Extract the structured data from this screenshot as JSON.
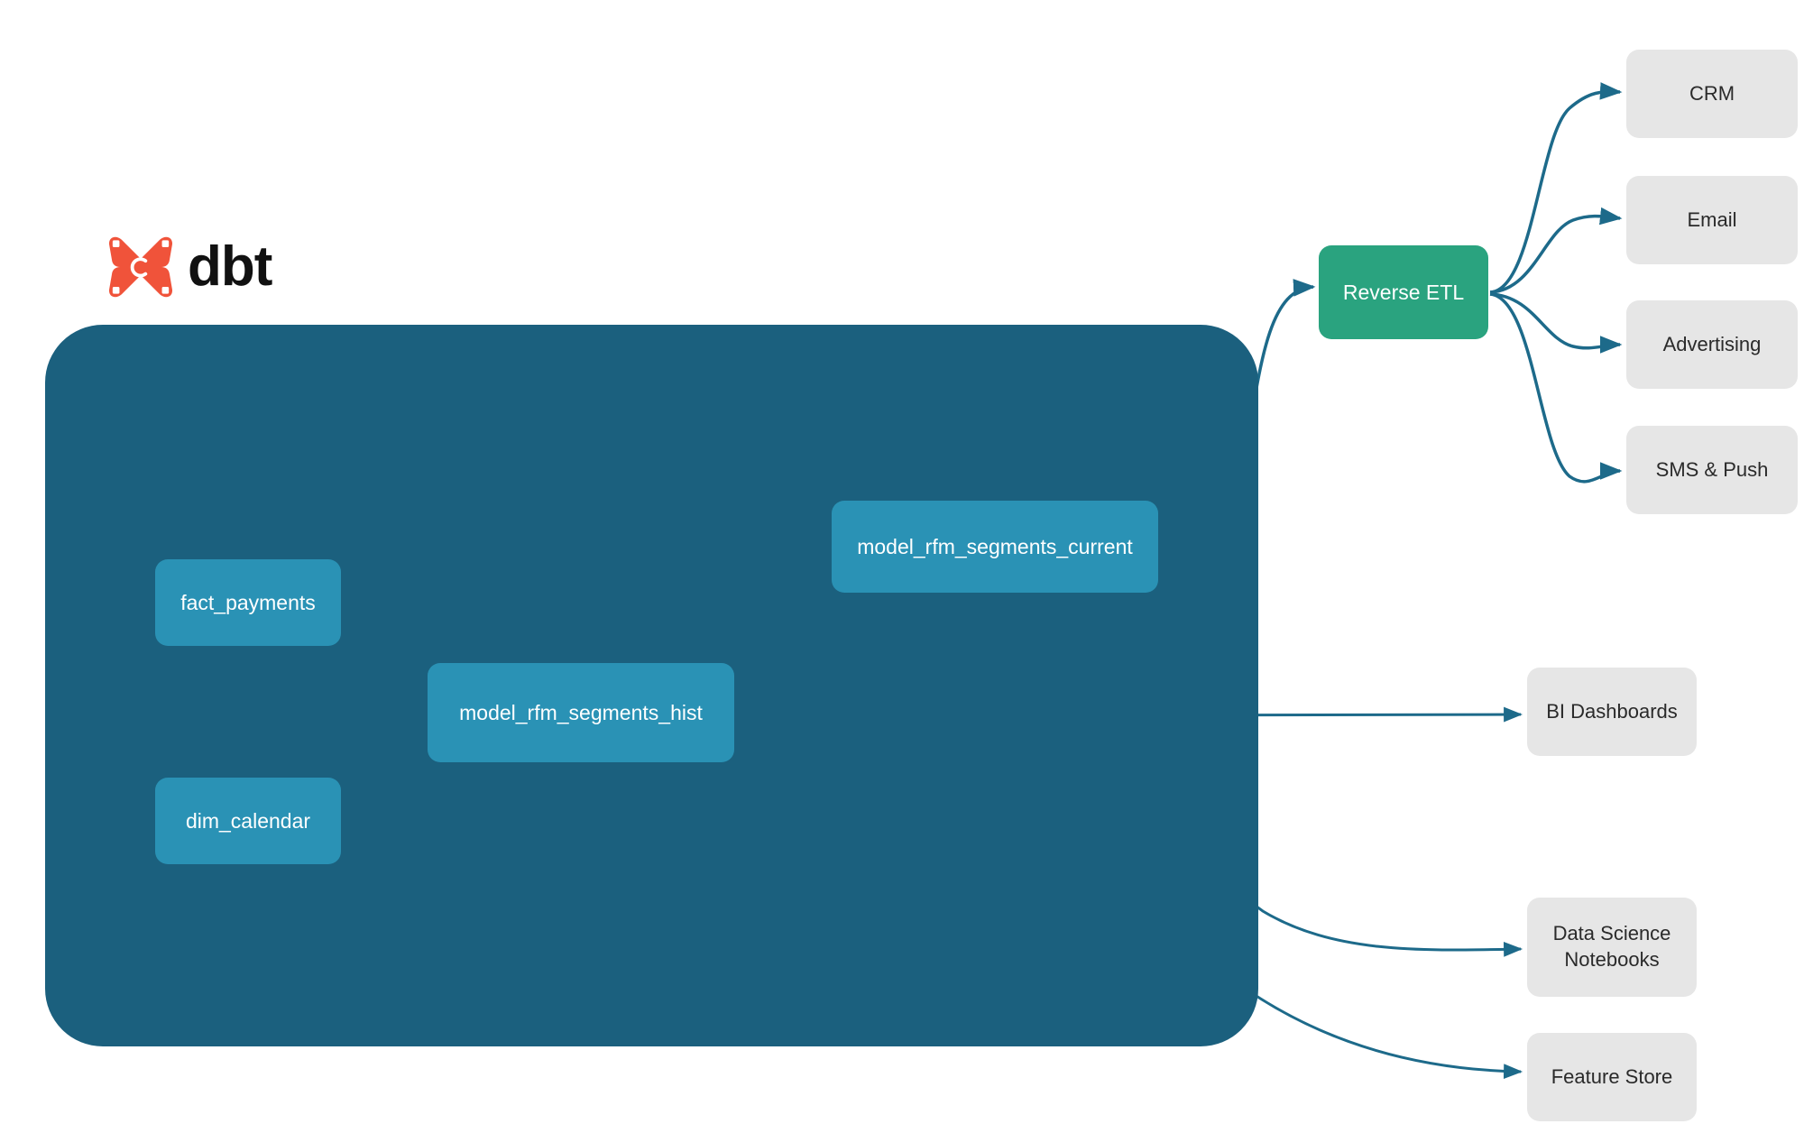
{
  "brand": {
    "name": "dbt",
    "logo_icon": "dbt-logo-icon",
    "logo_color": "#f0533a"
  },
  "colors": {
    "background": "#ffffff",
    "project_container": "#1b607e",
    "model_node": "#2a92b5",
    "reverse_etl_node": "#2aa37f",
    "destination_node": "#e6e6e6",
    "edge": "#1d6a8a",
    "inner_edge": "#3a83a0",
    "node_text": "#ffffff",
    "destination_text": "#2a2a2a"
  },
  "project": {
    "models": [
      {
        "id": "fact_payments",
        "label": "fact_payments"
      },
      {
        "id": "dim_calendar",
        "label": "dim_calendar"
      },
      {
        "id": "model_rfm_segments_hist",
        "label": "model_rfm_segments_hist"
      },
      {
        "id": "model_rfm_segments_current",
        "label": "model_rfm_segments_current"
      }
    ]
  },
  "activation": {
    "reverse_etl": {
      "label": "Reverse ETL"
    },
    "destinations": [
      {
        "id": "crm",
        "label": "CRM"
      },
      {
        "id": "email",
        "label": "Email"
      },
      {
        "id": "advertising",
        "label": "Advertising"
      },
      {
        "id": "sms_push",
        "label": "SMS & Push"
      }
    ]
  },
  "analytics": {
    "destinations": [
      {
        "id": "bi_dashboards",
        "label": "BI Dashboards"
      },
      {
        "id": "data_science_notebooks",
        "label": "Data Science\nNotebooks",
        "line1": "Data Science",
        "line2": "Notebooks"
      },
      {
        "id": "feature_store",
        "label": "Feature Store"
      }
    ]
  },
  "edges": [
    {
      "from": "fact_payments",
      "to": "model_rfm_segments_hist",
      "style": "inner"
    },
    {
      "from": "dim_calendar",
      "to": "model_rfm_segments_hist",
      "style": "inner"
    },
    {
      "from": "model_rfm_segments_hist",
      "to": "model_rfm_segments_current",
      "style": "inner"
    },
    {
      "from": "model_rfm_segments_current",
      "to": "reverse_etl",
      "style": "outer"
    },
    {
      "from": "reverse_etl",
      "to": "crm",
      "style": "outer"
    },
    {
      "from": "reverse_etl",
      "to": "email",
      "style": "outer"
    },
    {
      "from": "reverse_etl",
      "to": "advertising",
      "style": "outer"
    },
    {
      "from": "reverse_etl",
      "to": "sms_push",
      "style": "outer"
    },
    {
      "from": "model_rfm_segments_hist",
      "to": "bi_dashboards",
      "style": "outer"
    },
    {
      "from": "model_rfm_segments_hist",
      "to": "data_science_notebooks",
      "style": "outer"
    },
    {
      "from": "model_rfm_segments_hist",
      "to": "feature_store",
      "style": "outer"
    }
  ]
}
